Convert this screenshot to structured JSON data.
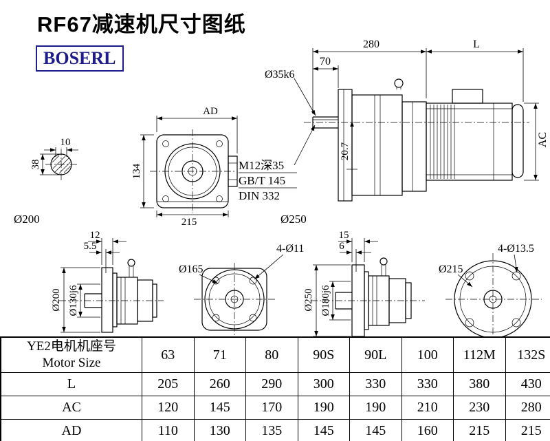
{
  "header": {
    "title": "RF67减速机尺寸图纸",
    "logo": "BOSERL",
    "logo_color": "#1c1c8a"
  },
  "captions": {
    "c200": "Ø200",
    "c250": "Ø250"
  },
  "views": {
    "shaft_section": {
      "dim_top": "10",
      "dim_left": "38"
    },
    "front": {
      "dim_top": "AD",
      "dim_left": "134",
      "dim_bottom": "215"
    },
    "side": {
      "dim_280": "280",
      "dim_L": "L",
      "dim_70": "70",
      "dim_shaft": "Ø35k6",
      "dim_AC": "AC",
      "dim_key": "20.7",
      "note1": "M12深35",
      "note2": "GB/T 145",
      "note3": "DIN 332"
    },
    "bottom1": {
      "dim_12": "12",
      "dim_5_5": "5.5",
      "dim_d200": "Ø200",
      "dim_d130": "Ø130j6"
    },
    "bottom2": {
      "holes": "4-Ø11",
      "dia": "Ø165"
    },
    "bottom3": {
      "dim_15": "15",
      "dim_6": "6",
      "dim_d250": "Ø250",
      "dim_d180": "Ø180j6"
    },
    "bottom4": {
      "holes": "4-Ø13.5",
      "dia": "Ø215"
    }
  },
  "table": {
    "header": {
      "label_cn": "YE2电机机座号",
      "label_en": "Motor Size",
      "sizes": [
        "63",
        "71",
        "80",
        "90S",
        "90L",
        "100",
        "112M",
        "132S"
      ]
    },
    "rows": [
      {
        "label": "L",
        "values": [
          "205",
          "260",
          "290",
          "300",
          "330",
          "330",
          "380",
          "430"
        ]
      },
      {
        "label": "AC",
        "values": [
          "120",
          "145",
          "170",
          "190",
          "190",
          "210",
          "230",
          "280"
        ]
      },
      {
        "label": "AD",
        "values": [
          "110",
          "130",
          "135",
          "145",
          "145",
          "160",
          "215",
          "215"
        ]
      }
    ]
  }
}
